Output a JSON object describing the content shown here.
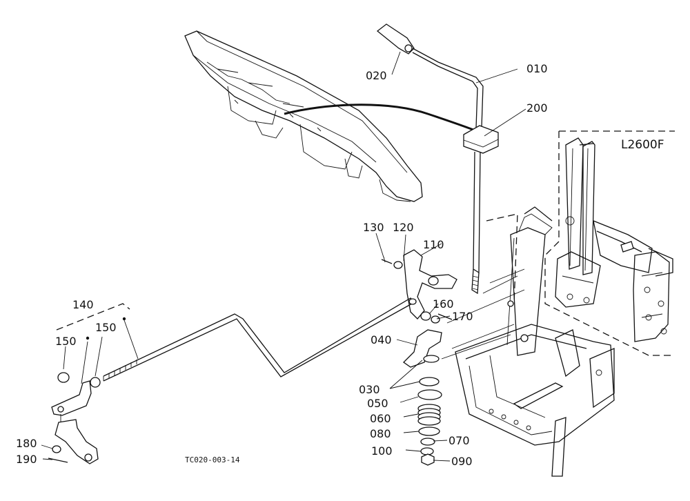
{
  "diagram": {
    "figure_id": "TC020-003-14",
    "inset_label": "L2600F",
    "callouts": {
      "c010": "010",
      "c020": "020",
      "c030": "030",
      "c040": "040",
      "c050": "050",
      "c060": "060",
      "c070": "070",
      "c080": "080",
      "c090": "090",
      "c100": "100",
      "c110": "110",
      "c120": "120",
      "c130": "130",
      "c140": "140",
      "c150a": "150",
      "c150b": "150",
      "c160": "160",
      "c170": "170",
      "c180": "180",
      "c190": "190",
      "c200": "200"
    }
  }
}
